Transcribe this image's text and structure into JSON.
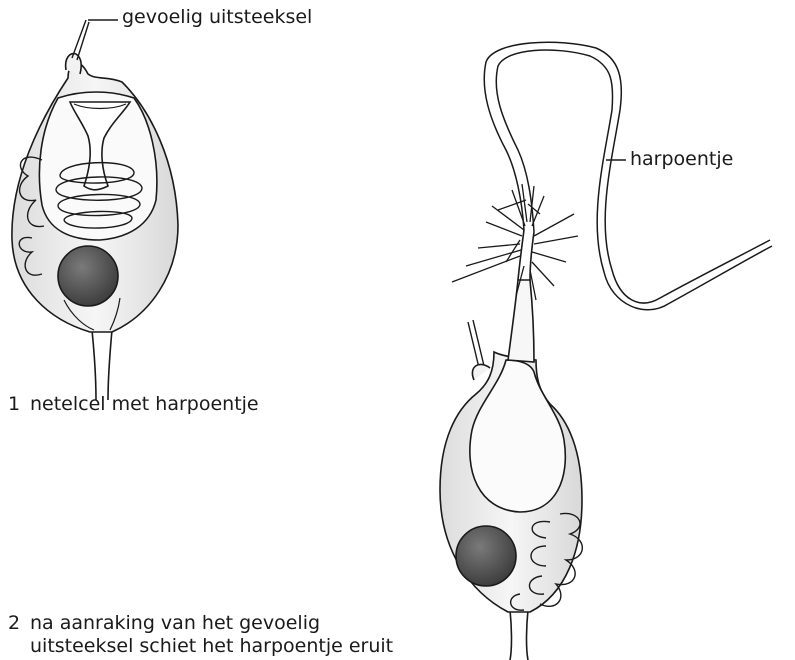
{
  "labels": {
    "sensor": "gevoelig uitsteeksel",
    "harpoon": "harpoentje"
  },
  "captions": [
    {
      "number": "1",
      "lines": [
        "netelcel met harpoentje"
      ]
    },
    {
      "number": "2",
      "lines": [
        "na aanraking van het gevoelig",
        "uitsteeksel schiet het harpoentje eruit"
      ]
    }
  ],
  "colors": {
    "ink": "#1a1a1a",
    "cell_fill": "#eeeeee",
    "capsule_fill": "#f8f8f8",
    "nucleus_fill": "#4e4e4e"
  }
}
